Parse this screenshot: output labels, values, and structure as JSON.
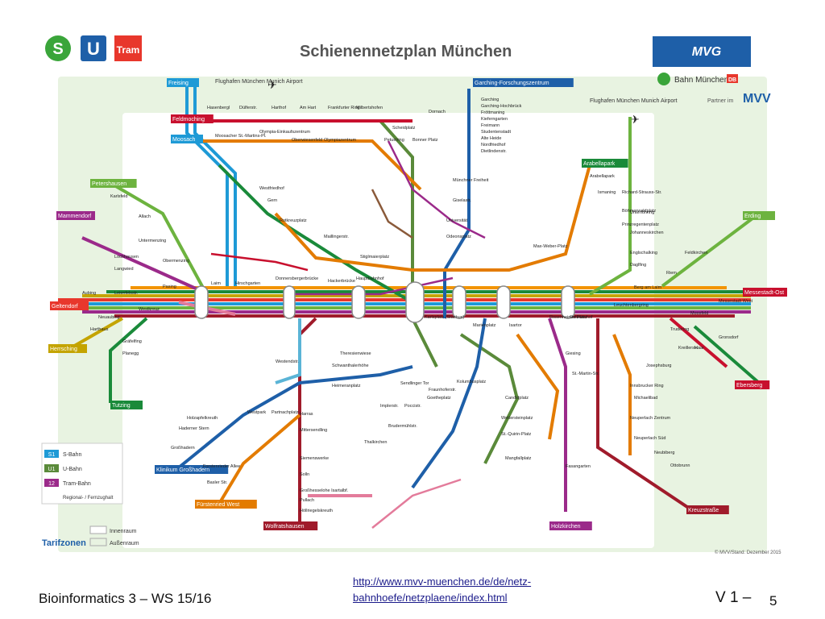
{
  "map": {
    "title": "Schienennetzplan München",
    "logos": {
      "s": "S",
      "u": "U",
      "tram": "Tram",
      "mvg": "MVG",
      "bahn": "Bahn München",
      "db": "DB",
      "mvv": "MVV",
      "partner": "Partner im"
    },
    "airport_west": "Flughafen München Munich Airport",
    "airport_east": "Flughafen München Munich Airport",
    "copyright": "© MVV/Stand: Dezember 2015",
    "legend": {
      "sbahn_badge": "S1",
      "sbahn_label": "S-Bahn",
      "ubahn_badge": "U1",
      "ubahn_label": "U-Bahn",
      "tram_badge": "12",
      "tram_label": "Tram-Bahn",
      "regional_label": "Regional- / Fernzughalt",
      "tarif_label": "Tarifzonen",
      "innenraum": "Innenraum",
      "aussenraum": "Außenraum"
    },
    "termini": [
      {
        "text": "Freising",
        "color": "#1e9ad6"
      },
      {
        "text": "Feldmoching",
        "color": "#c8102e"
      },
      {
        "text": "Moosach",
        "color": "#1e9ad6"
      },
      {
        "text": "Petershausen",
        "color": "#6db33f"
      },
      {
        "text": "Mammendorf",
        "color": "#9b2a8a"
      },
      {
        "text": "Geltendorf",
        "color": "#e8372c"
      },
      {
        "text": "Herrsching",
        "color": "#c4a400"
      },
      {
        "text": "Tutzing",
        "color": "#1a8a3a"
      },
      {
        "text": "Klinikum Großhadern",
        "color": "#1e5fa8"
      },
      {
        "text": "Fürstenried West",
        "color": "#e37b00"
      },
      {
        "text": "Wolfratshausen",
        "color": "#a01b2b"
      },
      {
        "text": "Holzkirchen",
        "color": "#9b2a8a"
      },
      {
        "text": "Kreuzstraße",
        "color": "#a01b2b"
      },
      {
        "text": "Ebersberg",
        "color": "#c8102e"
      },
      {
        "text": "Erding",
        "color": "#6db33f"
      },
      {
        "text": "Messestadt-Ost",
        "color": "#c8102e"
      },
      {
        "text": "Arabellapark",
        "color": "#1a8a3a"
      },
      {
        "text": "Garching-Forschungszentrum",
        "color": "#1e5fa8"
      }
    ],
    "stations": [
      "Hasenbergl",
      "Dülferstr.",
      "Harthof",
      "Am Hart",
      "Frankfurter Ring",
      "Milbertshofen",
      "Dornach",
      "Garching",
      "Garching-Hochbrück",
      "Fröttmaning",
      "Kieferngarten",
      "Freimann",
      "Studentenstadt",
      "Alte Heide",
      "Nordfriedhof",
      "Dietlindenstr.",
      "Olympiazentrum",
      "Oberwiesenfeld",
      "Olympia-Einkaufszentrum",
      "Moosacher St.-Martins-Pl.",
      "Karlsfeld",
      "Allach",
      "Untermenzing",
      "Obermenzing",
      "Lochhausen",
      "Langwied",
      "Pasing",
      "Laim",
      "Hirschgarten",
      "Donnersbergerbrücke",
      "Hackerbrücke",
      "Hauptbahnhof",
      "Karlsplatz (Stachus)",
      "Marienplatz",
      "Isartor",
      "Rosenheimer Platz",
      "Ostbahnhof",
      "Leuchtenbergring",
      "Berg am Laim",
      "Trudering",
      "Riem",
      "Feldkirchen",
      "Haar",
      "Neuperlach Zentrum",
      "Neuperlach Süd",
      "Innsbrucker Ring",
      "Michaelibad",
      "Giesing",
      "St.-Martin-Str.",
      "Fasangarten",
      "Neubiberg",
      "Ottobrunn",
      "Harras",
      "Mittersendling",
      "Siemenswerke",
      "Solln",
      "Großhesselohe Isartalbf.",
      "Pullach",
      "Höllriegelskreuth",
      "Westpark",
      "Partnachplatz",
      "Holzapfelkreuth",
      "Haderner Stern",
      "Großhadern",
      "Forstenrieder Allee",
      "Basler Str.",
      "Sendlinger Tor",
      "Fraunhoferstr.",
      "Goetheplatz",
      "Poccistr.",
      "Implerstr.",
      "Brudermühlstr.",
      "Thalkirchen",
      "Kolumbusplatz",
      "Candidplatz",
      "Wettersteinplatz",
      "St.-Quirin-Platz",
      "Mangfallplatz",
      "Richard-Strauss-Str.",
      "Arabellapark",
      "Böhmerwaldplatz",
      "Prinzregentenplatz",
      "Max-Weber-Platz",
      "Odeonsplatz",
      "Universität",
      "Giselastr.",
      "Münchner Freiheit",
      "Bonner Platz",
      "Scheidplatz",
      "Petuelring",
      "Westfriedhof",
      "Gern",
      "Rotkreuzplatz",
      "Maillingerstr.",
      "Stiglmaierplatz",
      "Theresienwiese",
      "Schwanthalerhöhe",
      "Heimeranplatz",
      "Westendstr.",
      "Aubing",
      "Leienfelsstr.",
      "Westkreuz",
      "Neuaubing",
      "Harthaus",
      "Gräfelfing",
      "Planegg",
      "Johanneskirchen",
      "Englschalking",
      "Daglfing",
      "Unterföhring",
      "Ismaning",
      "Moosfeld",
      "Messestadt West",
      "Kreillerstr.",
      "Josephsburg",
      "Gronsdorf"
    ]
  },
  "footer": {
    "left": "Bioinformatics 3 – WS 15/16",
    "url_line1": "http://www.mvv-muenchen.de/de/netz-",
    "url_line2": "bahnhoefe/netzplaene/index.html",
    "version": "V 1 –",
    "page": "5"
  }
}
